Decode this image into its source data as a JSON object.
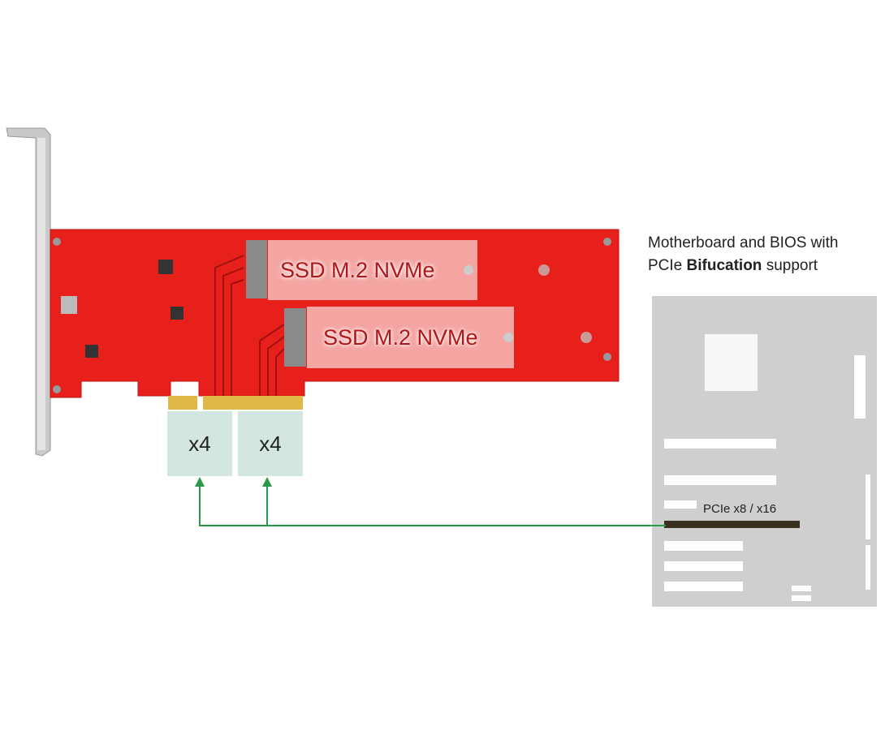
{
  "title": {
    "line1": "Motherboard and BIOS with",
    "line2_prefix": "PCIe ",
    "line2_bold": "Bifucation",
    "line2_suffix": " support"
  },
  "card": {
    "ssd_labels": [
      "SSD M.2 NVMe",
      "SSD M.2 NVMe"
    ],
    "lanes": [
      "x4",
      "x4"
    ]
  },
  "motherboard": {
    "slot_label": "PCIe x8 / x16"
  },
  "colors": {
    "pcb": "#e8201c",
    "lane_box": "#d3e7e0",
    "arrow": "#2a9a4a",
    "board": "#cfcfcf"
  }
}
